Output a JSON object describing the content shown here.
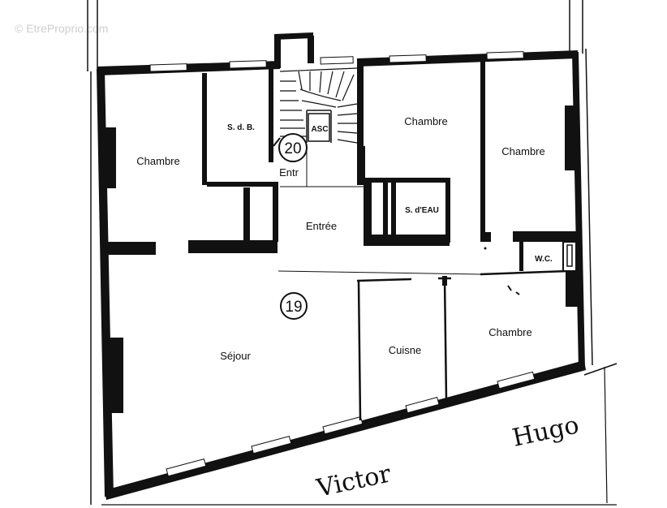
{
  "watermark": "© EtreProprio.com",
  "rooms": {
    "chambre_1": "Chambre",
    "sdb": "S. d. B.",
    "asc": "ASC",
    "entr": "Entr",
    "chambre_2": "Chambre",
    "chambre_3": "Chambre",
    "entree": "Entrée",
    "sdeau": "S. d'EAU",
    "wc": "W.C.",
    "sejour": "Séjour",
    "cuisine": "Cuisne",
    "chambre_4": "Chambre"
  },
  "units": {
    "apt_20": "20",
    "apt_19": "19"
  },
  "street": {
    "word1": "Victor",
    "word2": "Hugo"
  }
}
